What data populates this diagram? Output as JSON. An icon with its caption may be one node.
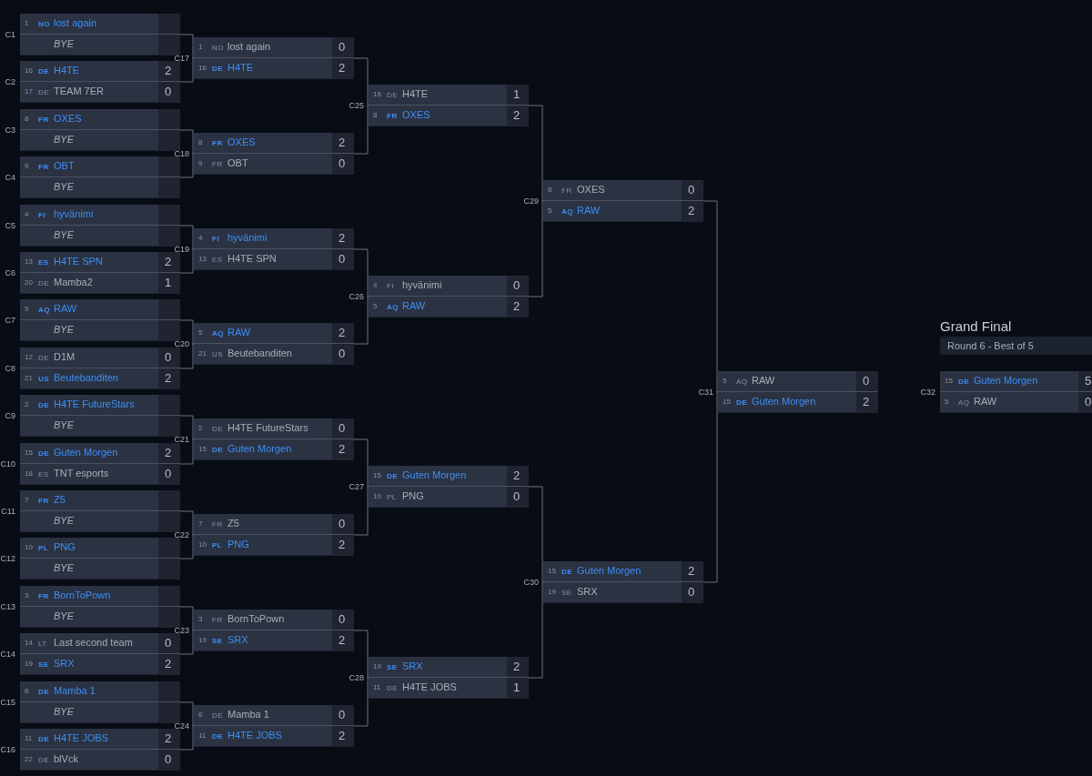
{
  "diagram": {
    "nodes": [
      {
        "text": [],
        "shape": "box",
        "beside": [
          "C1"
        ]
      },
      {
        "text": [
          "1",
          "NO",
          "lost again"
        ],
        "in": 0
      },
      {
        "text": [
          "BYE"
        ],
        "in": 0
      },
      {
        "text": [],
        "shape": "box",
        "beside": [
          "C2"
        ]
      },
      {
        "text": [
          "16",
          "DE",
          "H4TE",
          "2"
        ],
        "in": 3
      },
      {
        "text": [
          "17",
          "DE",
          "TEAM 7ER",
          "0"
        ],
        "in": 3
      },
      {
        "text": [],
        "shape": "box",
        "beside": [
          "C3"
        ]
      },
      {
        "text": [
          "8",
          "FR",
          "OXES"
        ],
        "in": 6
      },
      {
        "text": [
          "BYE"
        ],
        "in": 6
      },
      {
        "text": [],
        "shape": "box",
        "beside": [
          "C4"
        ]
      },
      {
        "text": [
          "9",
          "FR",
          "OBT"
        ],
        "in": 9
      },
      {
        "text": [
          "BYE"
        ],
        "in": 9
      },
      {
        "text": [],
        "shape": "box",
        "beside": [
          "C5"
        ]
      },
      {
        "text": [
          "4",
          "FI",
          "hyvänimi"
        ],
        "in": 12
      },
      {
        "text": [
          "BYE"
        ],
        "in": 12
      },
      {
        "text": [],
        "shape": "box",
        "beside": [
          "C6"
        ]
      },
      {
        "text": [
          "13",
          "ES",
          "H4TE SPN",
          "2"
        ],
        "in": 15
      },
      {
        "text": [
          "20",
          "DE",
          "Mamba2",
          "1"
        ],
        "in": 15
      },
      {
        "text": [],
        "shape": "box",
        "beside": [
          "C7"
        ]
      },
      {
        "text": [
          "5",
          "AQ",
          "RAW"
        ],
        "in": 18
      },
      {
        "text": [
          "BYE"
        ],
        "in": 18
      },
      {
        "text": [],
        "shape": "box",
        "beside": [
          "C8"
        ]
      },
      {
        "text": [
          "12",
          "DE",
          "D1M",
          "0"
        ],
        "in": 21
      },
      {
        "text": [
          "21",
          "US",
          "Beutebanditen",
          "2"
        ],
        "in": 21
      },
      {
        "text": [],
        "shape": "box",
        "beside": [
          "C9"
        ]
      },
      {
        "text": [
          "2",
          "DE",
          "H4TE FutureStars"
        ],
        "in": 24
      },
      {
        "text": [
          "BYE"
        ],
        "in": 24
      },
      {
        "text": [],
        "shape": "box",
        "beside": [
          "C10"
        ]
      },
      {
        "text": [
          "15",
          "DE",
          "Guten Morgen",
          "2"
        ],
        "in": 27
      },
      {
        "text": [
          "18",
          "ES",
          "TNT esports",
          "0"
        ],
        "in": 27
      },
      {
        "text": [],
        "shape": "box",
        "beside": [
          "C11"
        ]
      },
      {
        "text": [
          "7",
          "FR",
          "Z5"
        ],
        "in": 30
      },
      {
        "text": [
          "BYE"
        ],
        "in": 30
      },
      {
        "text": [],
        "shape": "box",
        "beside": [
          "C12"
        ]
      },
      {
        "text": [
          "10",
          "PL",
          "PNG"
        ],
        "in": 33
      },
      {
        "text": [
          "BYE"
        ],
        "in": 33
      },
      {
        "text": [],
        "shape": "box",
        "beside": [
          "C13"
        ]
      },
      {
        "text": [
          "3",
          "FR",
          "BornToPown"
        ],
        "in": 36
      },
      {
        "text": [
          "BYE"
        ],
        "in": 36
      },
      {
        "text": [],
        "shape": "box",
        "beside": [
          "C14"
        ]
      },
      {
        "text": [
          "14",
          "LT",
          "Last second team",
          "0"
        ],
        "in": 39
      },
      {
        "text": [
          "19",
          "SE",
          "SRX",
          "2"
        ],
        "in": 39
      },
      {
        "text": [],
        "shape": "box",
        "beside": [
          "C15"
        ]
      },
      {
        "text": [
          "6",
          "DE",
          "Mamba 1"
        ],
        "in": 42
      },
      {
        "text": [
          "BYE"
        ],
        "in": 42
      },
      {
        "text": [],
        "shape": "box",
        "beside": [
          "C16"
        ]
      },
      {
        "text": [
          "11",
          "DE",
          "H4TE JOBS",
          "2"
        ],
        "in": 45
      },
      {
        "text": [
          "22",
          "DE",
          "blVck",
          "0"
        ],
        "in": 45
      },
      {
        "text": [],
        "shape": "box",
        "beside": [
          "C17"
        ]
      },
      {
        "text": [
          "1",
          "NO",
          "lost again",
          "0"
        ],
        "in": 48
      },
      {
        "text": [
          "16",
          "DE",
          "H4TE",
          "2"
        ],
        "in": 48
      },
      {
        "text": [],
        "shape": "box",
        "beside": [
          "C18"
        ]
      },
      {
        "text": [
          "8",
          "FR",
          "OXES",
          "2"
        ],
        "in": 51
      },
      {
        "text": [
          "9",
          "FR",
          "OBT",
          "0"
        ],
        "in": 51
      },
      {
        "text": [],
        "shape": "box",
        "beside": [
          "C19"
        ]
      },
      {
        "text": [
          "4",
          "FI",
          "hyvänimi",
          "2"
        ],
        "in": 54
      },
      {
        "text": [
          "13",
          "ES",
          "H4TE SPN",
          "0"
        ],
        "in": 54
      },
      {
        "text": [],
        "shape": "box",
        "beside": [
          "C20"
        ]
      },
      {
        "text": [
          "5",
          "AQ",
          "RAW",
          "2"
        ],
        "in": 57
      },
      {
        "text": [
          "21",
          "US",
          "Beutebanditen",
          "0"
        ],
        "in": 57
      },
      {
        "text": [],
        "shape": "box",
        "beside": [
          "C21"
        ]
      },
      {
        "text": [
          "2",
          "DE",
          "H4TE FutureStars",
          "0"
        ],
        "in": 60
      },
      {
        "text": [
          "15",
          "DE",
          "Guten Morgen",
          "2"
        ],
        "in": 60
      },
      {
        "text": [],
        "shape": "box",
        "beside": [
          "C22"
        ]
      },
      {
        "text": [
          "7",
          "FR",
          "Z5",
          "0"
        ],
        "in": 63
      },
      {
        "text": [
          "10",
          "PL",
          "PNG",
          "2"
        ],
        "in": 63
      },
      {
        "text": [],
        "shape": "box",
        "beside": [
          "C23"
        ]
      },
      {
        "text": [
          "3",
          "FR",
          "BornToPown",
          "0"
        ],
        "in": 66
      },
      {
        "text": [
          "19",
          "SE",
          "SRX",
          "2"
        ],
        "in": 66
      },
      {
        "text": [],
        "shape": "box",
        "beside": [
          "C24"
        ]
      },
      {
        "text": [
          "6",
          "DE",
          "Mamba 1",
          "0"
        ],
        "in": 69
      },
      {
        "text": [
          "11",
          "DE",
          "H4TE JOBS",
          "2"
        ],
        "in": 69
      },
      {
        "text": [],
        "shape": "box",
        "beside": [
          "C25"
        ]
      },
      {
        "text": [
          "16",
          "DE",
          "H4TE",
          "1"
        ],
        "in": 72
      },
      {
        "text": [
          "8",
          "FR",
          "OXES",
          "2"
        ],
        "in": 72
      },
      {
        "text": [],
        "shape": "box",
        "beside": [
          "C26"
        ]
      },
      {
        "text": [
          "4",
          "FI",
          "hyvänimi",
          "0"
        ],
        "in": 75
      },
      {
        "text": [
          "5",
          "AQ",
          "RAW",
          "2"
        ],
        "in": 75
      },
      {
        "text": [],
        "shape": "box",
        "beside": [
          "C27"
        ]
      },
      {
        "text": [
          "15",
          "DE",
          "Guten Morgen",
          "2"
        ],
        "in": 78
      },
      {
        "text": [
          "10",
          "PL",
          "PNG",
          "0"
        ],
        "in": 78
      },
      {
        "text": [],
        "shape": "box",
        "beside": [
          "C28"
        ]
      },
      {
        "text": [
          "19",
          "SE",
          "SRX",
          "2"
        ],
        "in": 81
      },
      {
        "text": [
          "11",
          "DE",
          "H4TE JOBS",
          "1"
        ],
        "in": 81
      },
      {
        "text": [],
        "shape": "box",
        "beside": [
          "C29"
        ]
      },
      {
        "text": [
          "8",
          "FR",
          "OXES",
          "0"
        ],
        "in": 84
      },
      {
        "text": [
          "5",
          "AQ",
          "RAW",
          "2"
        ],
        "in": 84
      },
      {
        "text": [],
        "shape": "box",
        "beside": [
          "C30"
        ]
      },
      {
        "text": [
          "15",
          "DE",
          "Guten Morgen",
          "2"
        ],
        "in": 87
      },
      {
        "text": [
          "19",
          "SE",
          "SRX",
          "0"
        ],
        "in": 87
      },
      {
        "text": [],
        "shape": "box",
        "beside": [
          "C31"
        ]
      },
      {
        "text": [
          "5",
          "AQ",
          "RAW",
          "0"
        ],
        "in": 90
      },
      {
        "text": [
          "15",
          "DE",
          "Guten Morgen",
          "2"
        ],
        "in": 90
      },
      {
        "text": [],
        "shape": "box",
        "beside": [
          "C32"
        ]
      },
      {
        "text": [
          "15",
          "DE",
          "Guten Morgen",
          "5"
        ],
        "in": 93
      },
      {
        "text": [
          "5",
          "AQ",
          "RAW",
          "0"
        ],
        "in": 93
      }
    ],
    "edges": [
      {
        "from": 0,
        "to": 48,
        "arrow": "none"
      },
      {
        "from": 3,
        "to": 48,
        "arrow": "none"
      },
      {
        "from": 6,
        "to": 51,
        "arrow": "none"
      },
      {
        "from": 9,
        "to": 51,
        "arrow": "none"
      },
      {
        "from": 12,
        "to": 54,
        "arrow": "none"
      },
      {
        "from": 15,
        "to": 54,
        "arrow": "none"
      },
      {
        "from": 18,
        "to": 57,
        "arrow": "none"
      },
      {
        "from": 21,
        "to": 57,
        "arrow": "none"
      },
      {
        "from": 24,
        "to": 60,
        "arrow": "none"
      },
      {
        "from": 27,
        "to": 60,
        "arrow": "none"
      },
      {
        "from": 30,
        "to": 63,
        "arrow": "none"
      },
      {
        "from": 33,
        "to": 63,
        "arrow": "none"
      },
      {
        "from": 36,
        "to": 66,
        "arrow": "none"
      },
      {
        "from": 39,
        "to": 66,
        "arrow": "none"
      },
      {
        "from": 42,
        "to": 69,
        "arrow": "none"
      },
      {
        "from": 45,
        "to": 69,
        "arrow": "none"
      },
      {
        "from": 48,
        "to": 72,
        "arrow": "none"
      },
      {
        "from": 51,
        "to": 72,
        "arrow": "none"
      },
      {
        "from": 54,
        "to": 75,
        "arrow": "none"
      },
      {
        "from": 57,
        "to": 75,
        "arrow": "none"
      },
      {
        "from": 60,
        "to": 78,
        "arrow": "none"
      },
      {
        "from": 63,
        "to": 78,
        "arrow": "none"
      },
      {
        "from": 66,
        "to": 81,
        "arrow": "none"
      },
      {
        "from": 69,
        "to": 81,
        "arrow": "none"
      },
      {
        "from": 72,
        "to": 84,
        "arrow": "none"
      },
      {
        "from": 75,
        "to": 84,
        "arrow": "none"
      },
      {
        "from": 78,
        "to": 87,
        "arrow": "none"
      },
      {
        "from": 81,
        "to": 87,
        "arrow": "none"
      },
      {
        "from": 84,
        "to": 90,
        "arrow": "none"
      },
      {
        "from": 87,
        "to": 90,
        "arrow": "none"
      }
    ],
    "labels": [
      "Grand Final",
      "Round 6 - Best of 5"
    ]
  }
}
